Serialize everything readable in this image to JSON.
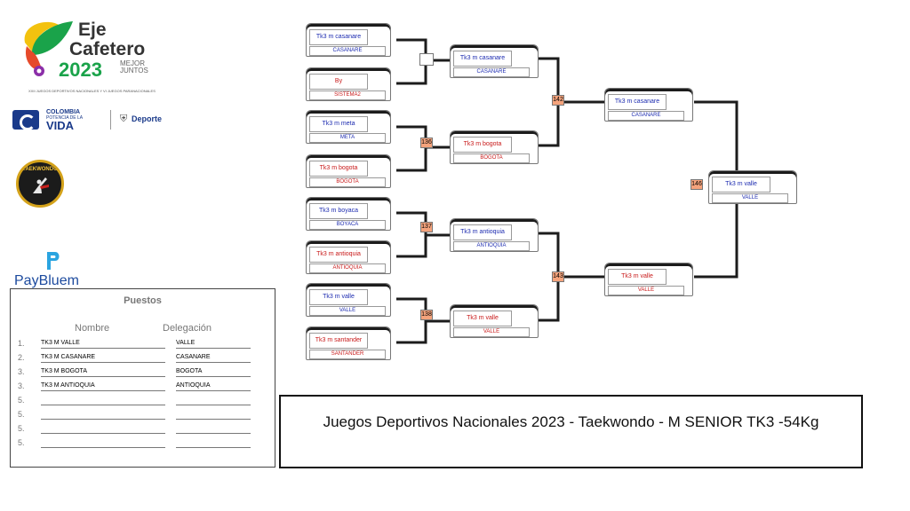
{
  "logos": {
    "eje": {
      "line1": "Eje",
      "line2": "Cafetero",
      "year": "2023",
      "tagline": "MEJOR JUNTOS",
      "subtitle": "XXII JUEGOS DEPORTIVOS NACIONALES Y VI JUEGOS PARANACIONALES"
    },
    "colombia": {
      "line1": "COLOMBIA",
      "line2": "POTENCIA DE LA",
      "line3": "VIDA",
      "ministry": "Deporte"
    },
    "tkd": {
      "text": "TAEKWONDO"
    },
    "sponsor": {
      "name": "PayBluem"
    }
  },
  "puestos": {
    "title": "Puestos",
    "header_name": "Nombre",
    "header_delegation": "Delegación",
    "rows": [
      {
        "place": "1.",
        "name": "TK3 M VALLE",
        "delegation": "VALLE"
      },
      {
        "place": "2.",
        "name": "TK3 M CASANARE",
        "delegation": "CASANARE"
      },
      {
        "place": "3.",
        "name": "TK3 M BOGOTA",
        "delegation": "BOGOTA"
      },
      {
        "place": "3.",
        "name": "TK3 M ANTIOQUIA",
        "delegation": "ANTIOQUIA"
      },
      {
        "place": "5.",
        "name": "",
        "delegation": ""
      },
      {
        "place": "5.",
        "name": "",
        "delegation": ""
      },
      {
        "place": "5.",
        "name": "",
        "delegation": ""
      },
      {
        "place": "5.",
        "name": "",
        "delegation": ""
      }
    ]
  },
  "bracket": {
    "round1": [
      {
        "player": "Tk3 m casanare",
        "delegation": "CASANARE",
        "color": "blue"
      },
      {
        "player": "By",
        "delegation": "SISTEMA2",
        "color": "red"
      },
      {
        "player": "Tk3 m meta",
        "delegation": "META",
        "color": "blue"
      },
      {
        "player": "Tk3 m bogota",
        "delegation": "BOGOTA",
        "color": "red"
      },
      {
        "player": "Tk3 m boyaca",
        "delegation": "BOYACA",
        "color": "blue"
      },
      {
        "player": "Tk3 m antioquia",
        "delegation": "ANTIOQUIA",
        "color": "red"
      },
      {
        "player": "Tk3 m valle",
        "delegation": "VALLE",
        "color": "blue"
      },
      {
        "player": "Tk3 m santander",
        "delegation": "SANTANDER",
        "color": "red"
      }
    ],
    "round2": [
      {
        "player": "Tk3 m casanare",
        "delegation": "CASANARE",
        "color": "blue"
      },
      {
        "player": "Tk3 m bogota",
        "delegation": "BOGOTA",
        "color": "red"
      },
      {
        "player": "Tk3 m antioquia",
        "delegation": "ANTIOQUIA",
        "color": "blue"
      },
      {
        "player": "Tk3 m valle",
        "delegation": "VALLE",
        "color": "red"
      }
    ],
    "semis": [
      {
        "player": "Tk3 m casanare",
        "delegation": "CASANARE",
        "color": "blue"
      },
      {
        "player": "Tk3 m valle",
        "delegation": "VALLE",
        "color": "red"
      }
    ],
    "final": {
      "player": "Tk3 m valle",
      "delegation": "VALLE",
      "color": "blue"
    },
    "match_numbers": {
      "m1": "",
      "m2": "136",
      "m3": "137",
      "m4": "138",
      "m5": "142",
      "m6": "143",
      "m7": "146"
    }
  },
  "title": "Juegos Deportivos Nacionales 2023 - Taekwondo - M SENIOR TK3 -54Kg",
  "colors": {
    "blue_corner": "#1c2bb0",
    "red_corner": "#c81818",
    "match_number_bg": "#f5a37c",
    "eje_green": "#1aa34a"
  }
}
